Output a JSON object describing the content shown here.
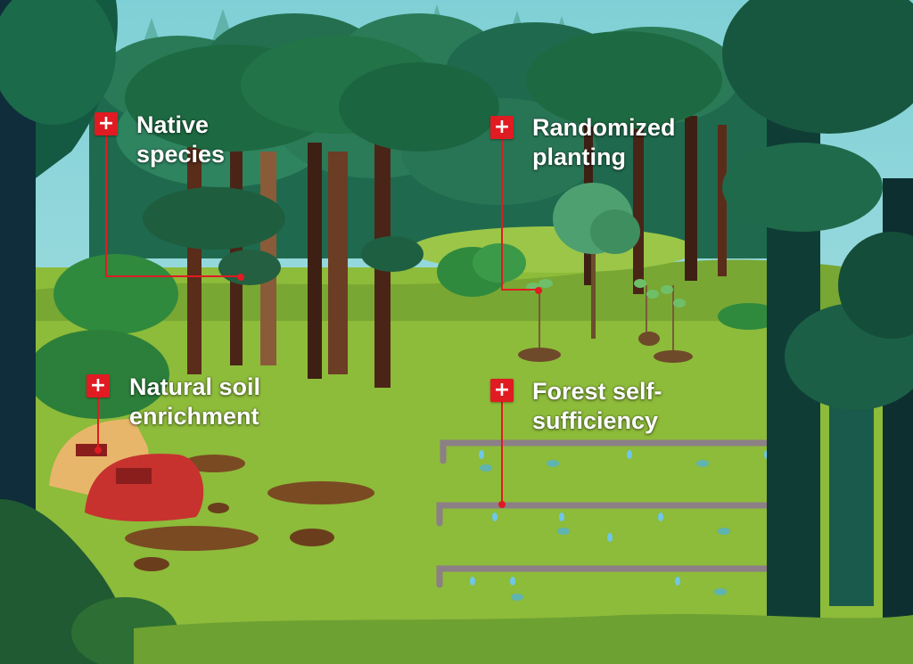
{
  "callouts": [
    {
      "id": "native",
      "line1": "Native",
      "line2": "species"
    },
    {
      "id": "random",
      "line1": "Randomized",
      "line2": "planting"
    },
    {
      "id": "soil",
      "line1": "Natural soil",
      "line2": "enrichment"
    },
    {
      "id": "self",
      "line1": "Forest self-",
      "line2": "sufficiency"
    }
  ],
  "icons": {
    "hotspot": "plus-icon"
  },
  "colors": {
    "accent": "#e01b22",
    "sky": "#9fd9e0",
    "grass": "#8dbb3a",
    "dark_tree": "#0f3d36",
    "pipe": "#8c7f86",
    "soil": "#7a4a22"
  },
  "symbols": {
    "plus": "+"
  }
}
